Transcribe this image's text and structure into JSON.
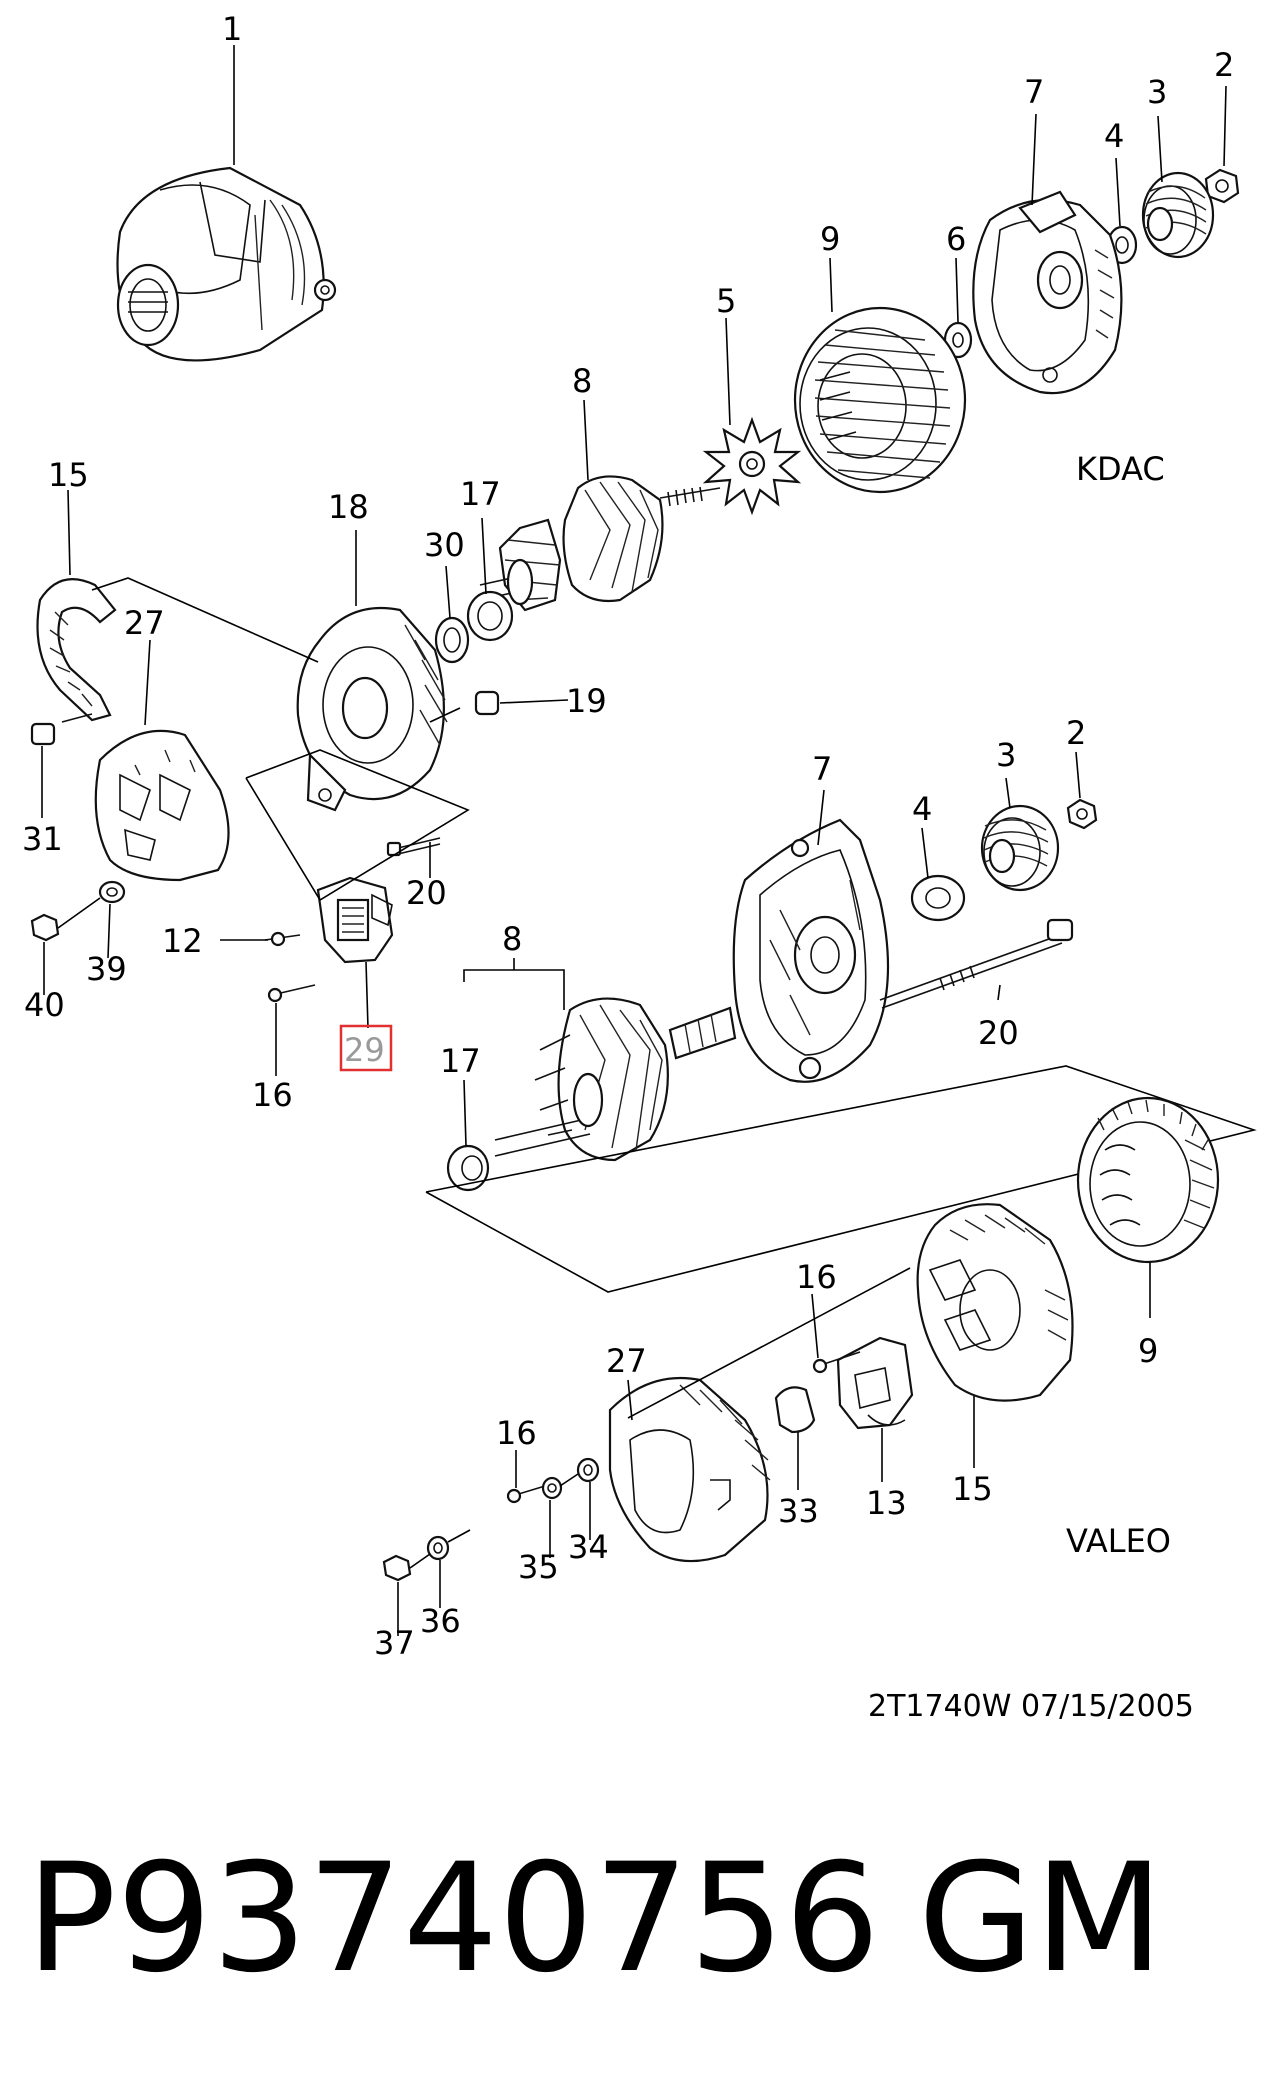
{
  "brands": {
    "top": "KDAC",
    "bottom": "VALEO"
  },
  "reference": "2T1740W  07/15/2005",
  "part_number": {
    "number": "P93740756",
    "maker": "GM"
  },
  "callouts": {
    "c1": "1",
    "c2a": "2",
    "c3a": "3",
    "c4a": "4",
    "c5": "5",
    "c6": "6",
    "c7a": "7",
    "c8a": "8",
    "c9a": "9",
    "c15a": "15",
    "c18": "18",
    "c17a": "17",
    "c30": "30",
    "c27a": "27",
    "c19": "19",
    "c31": "31",
    "c20a": "20",
    "c12": "12",
    "c39": "39",
    "c40": "40",
    "c16a": "16",
    "c29": "29",
    "c2b": "2",
    "c3b": "3",
    "c4b": "4",
    "c7b": "7",
    "c8b": "8",
    "c17b": "17",
    "c20b": "20",
    "c9b": "9",
    "c16b": "16",
    "c27b": "27",
    "c16c": "16",
    "c33": "33",
    "c13": "13",
    "c15b": "15",
    "c34": "34",
    "c35": "35",
    "c36": "36",
    "c37": "37"
  },
  "highlighted_callout": "29",
  "highlight_color": "#e03030"
}
